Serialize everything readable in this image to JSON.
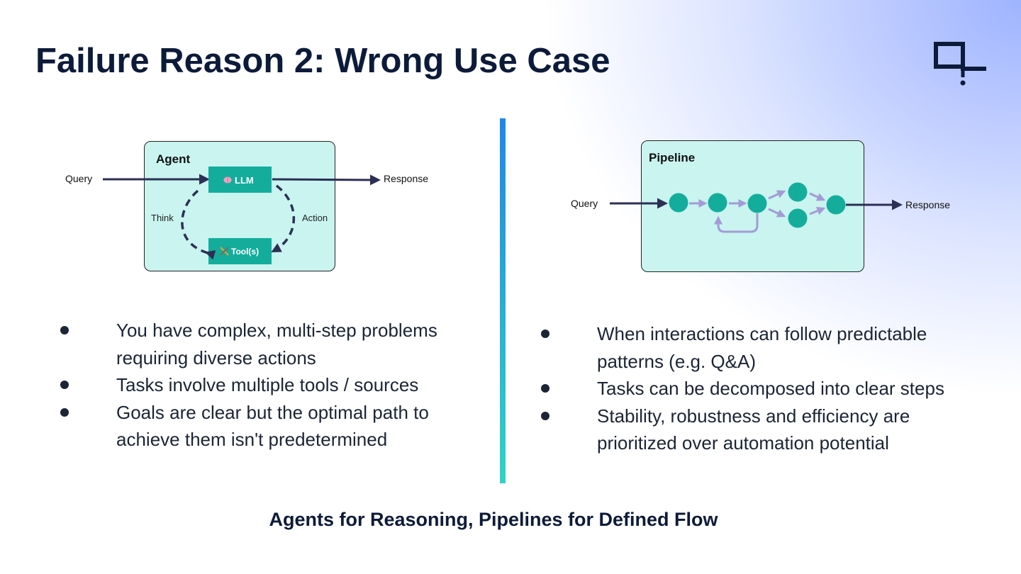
{
  "slide": {
    "title": "Failure Reason 2: Wrong Use Case",
    "tagline": "Agents for Reasoning, Pipelines for Defined Flow"
  },
  "agent_diagram": {
    "box_label": "Agent",
    "input_label": "Query",
    "output_label": "Response",
    "llm_label": "LLM",
    "llm_icon": "brain-icon",
    "tool_label": "Tool(s)",
    "tool_icon": "tools-icon",
    "left_loop_label": "Think",
    "right_loop_label": "Action"
  },
  "pipeline_diagram": {
    "box_label": "Pipeline",
    "input_label": "Query",
    "output_label": "Response"
  },
  "agent_bullets": [
    "You have complex, multi-step problems requiring diverse actions",
    "Tasks involve multiple tools / sources",
    "Goals are clear but the optimal path to achieve them isn't predetermined"
  ],
  "pipeline_bullets": [
    "When interactions can follow predictable patterns (e.g. Q&A)",
    "Tasks can be decomposed into clear steps",
    "Stability, robustness and efficiency are prioritized over automation potential"
  ],
  "colors": {
    "navy": "#0d1b3a",
    "diagram_bg": "#c9f4ef",
    "teal": "#14ad9c",
    "lavender_arrow": "#a39bd6",
    "divider_top": "#1e88e5",
    "divider_bottom": "#2fd3c6",
    "gradient_corner": "#9fb4ff"
  }
}
